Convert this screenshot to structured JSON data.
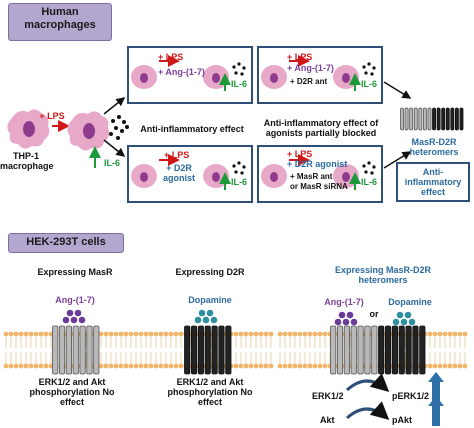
{
  "panel_a": {
    "title": "Human macrophages",
    "thp1_label": "THP-1 macrophage",
    "lps": "+ LPS",
    "il6": "IL-6",
    "ang": "+ Ang-(1-7)",
    "d2r_agonist": "+ D2R agonist",
    "d2r_ant": "+ D2R ant",
    "masr_ant": "+ MasR ant",
    "or_masr_sirna": "or MasR siRNA",
    "anti_inflammatory_effect": "Anti-inflammatory effect",
    "partial_block": "Anti-inflammatory effect of agonists partially blocked",
    "heteromers": "MasR-D2R heteromers",
    "result_box": "Anti-inflammatory effect"
  },
  "panel_b": {
    "title": "HEK-293T cells",
    "col1_title": "Expressing MasR",
    "col1_ligand": "Ang-(1-7)",
    "col1_result": "ERK1/2 and Akt phosphorylation No effect",
    "col2_title": "Expressing D2R",
    "col2_ligand": "Dopamine",
    "col2_result": "ERK1/2 and Akt phosphorylation No effect",
    "col3_title": "Expressing MasR-D2R heteromers",
    "col3_ligand_a": "Ang-(1-7)",
    "col3_or": "or",
    "col3_ligand_b": "Dopamine",
    "erk": "ERK1/2",
    "perk": "pERK1/2",
    "akt": "Akt",
    "pakt": "pAkt"
  },
  "colors": {
    "title_fill": "#b3a7cf",
    "cell_pink": "#e8a9c9",
    "nucleus": "#8e3b8e",
    "lps_red": "#d01818",
    "il6_green": "#1f9a3a",
    "box_blue": "#2d4f78",
    "membrane_orange": "#f2b56a",
    "ang_purple": "#6b3b99",
    "dopamine_teal": "#2f8fa0",
    "masr_gray": "#b9b9b9",
    "d2r_black": "#222222",
    "up_arrow_blue": "#2f6fa8"
  },
  "icons": [
    "cell-icon",
    "nucleus-icon",
    "arrow-icon",
    "dots-icon",
    "membrane-icon",
    "receptor-icon",
    "up-arrow-icon",
    "curved-arrow-icon"
  ]
}
